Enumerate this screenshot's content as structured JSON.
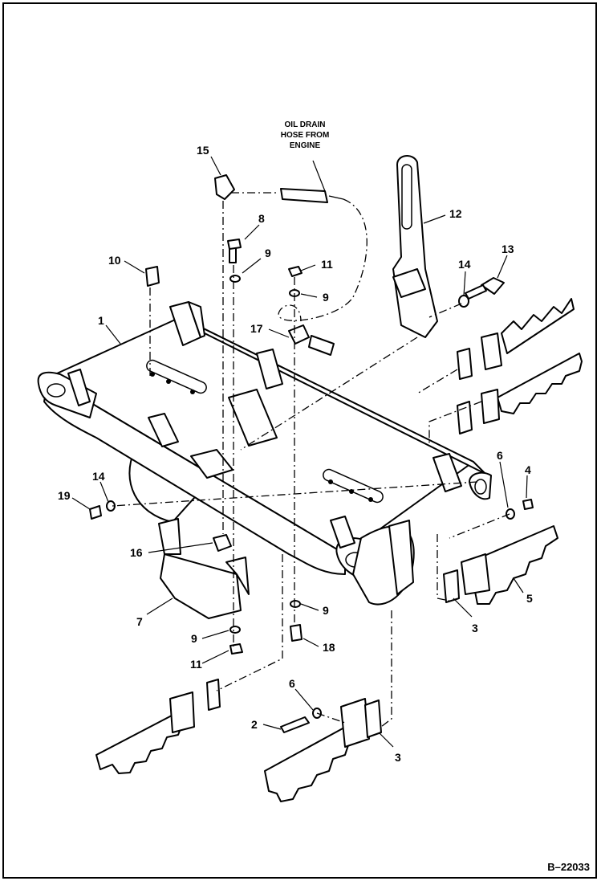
{
  "figure_id": "B–22033",
  "callout_note": [
    "OIL DRAIN",
    "HOSE FROM",
    "ENGINE"
  ],
  "callouts": {
    "c1": "1",
    "c2": "2",
    "c3a": "3",
    "c3b": "3",
    "c4": "4",
    "c5": "5",
    "c6a": "6",
    "c6b": "6",
    "c7": "7",
    "c8": "8",
    "c9a": "9",
    "c9b": "9",
    "c9c": "9",
    "c9d": "9",
    "c10": "10",
    "c11a": "11",
    "c11b": "11",
    "c12": "12",
    "c13": "13",
    "c14a": "14",
    "c14b": "14",
    "c15": "15",
    "c16": "16",
    "c17": "17",
    "c18": "18",
    "c19": "19"
  }
}
